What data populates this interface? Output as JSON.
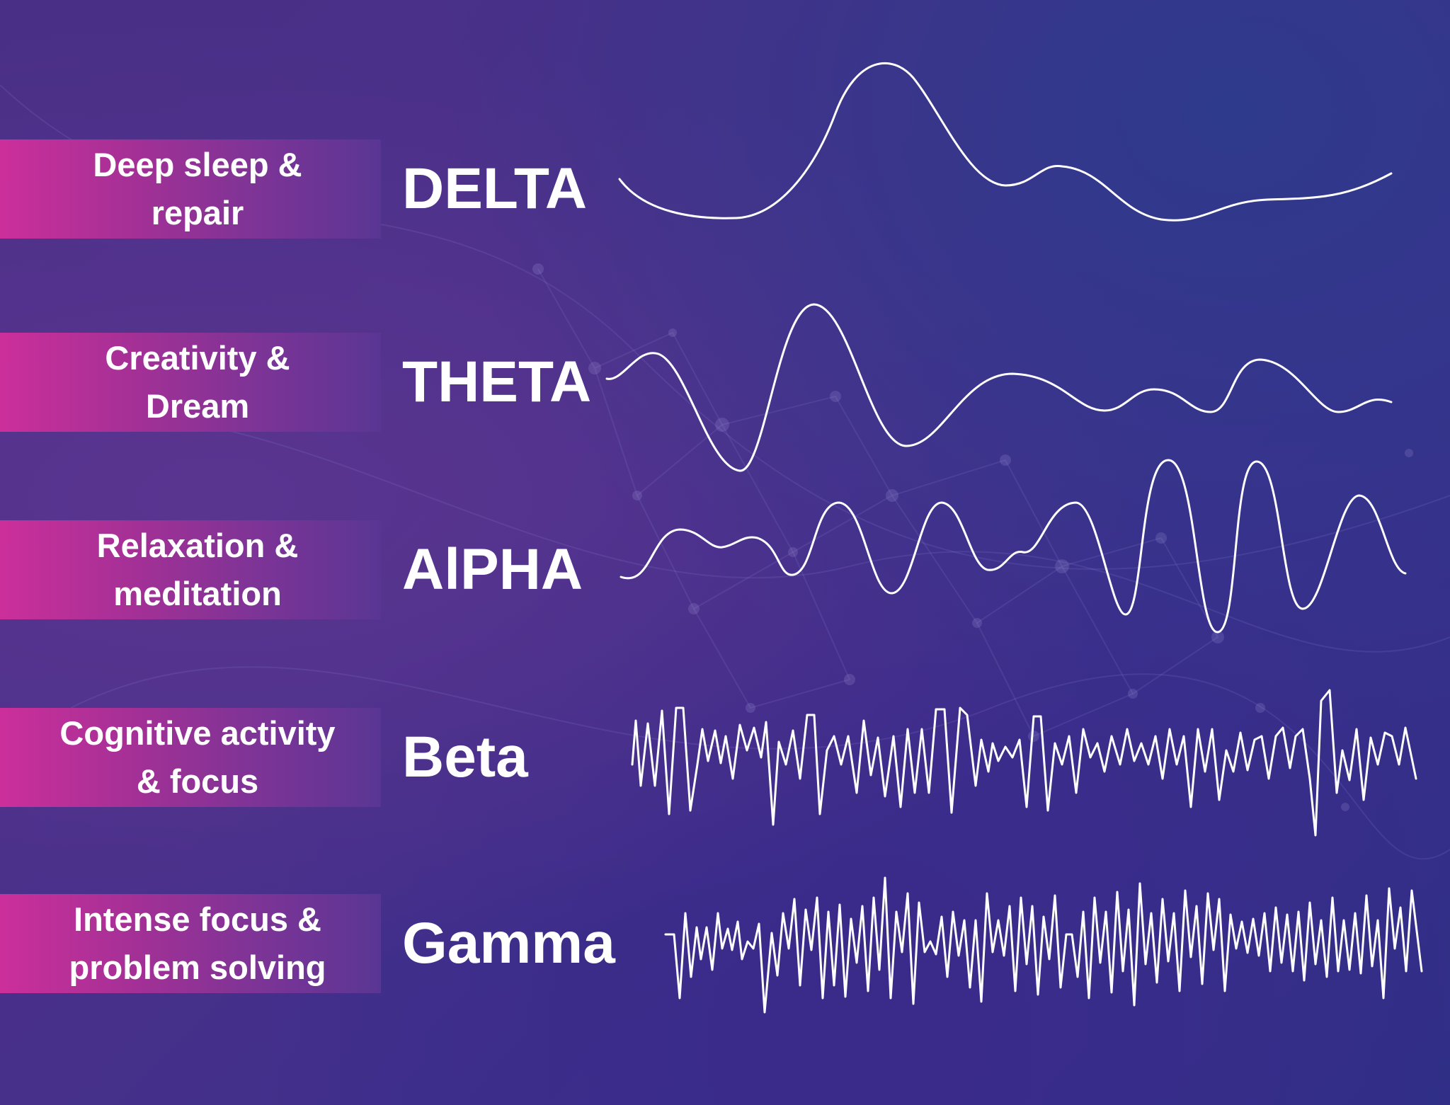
{
  "colors": {
    "background": "#46308a",
    "label_gradient_start": "#cc2f9a",
    "label_gradient_end": "#5a3694",
    "text": "#ffffff",
    "wave_stroke": "#ffffff"
  },
  "rows": [
    {
      "description_line1": "Deep sleep &",
      "description_line2": "repair",
      "wave_name": "DELTA"
    },
    {
      "description_line1": "Creativity &",
      "description_line2": "Dream",
      "wave_name": "THETA"
    },
    {
      "description_line1": "Relaxation &",
      "description_line2": "meditation",
      "wave_name": "AlPHA"
    },
    {
      "description_line1": "Cognitive activity",
      "description_line2": "& focus",
      "wave_name": "Beta"
    },
    {
      "description_line1": "Intense focus &",
      "description_line2": "problem solving",
      "wave_name": "Gamma"
    }
  ],
  "icons": {
    "background": "neural-network-pattern",
    "waves": [
      "delta-wave-icon",
      "theta-wave-icon",
      "alpha-wave-icon",
      "beta-wave-icon",
      "gamma-wave-icon"
    ]
  }
}
